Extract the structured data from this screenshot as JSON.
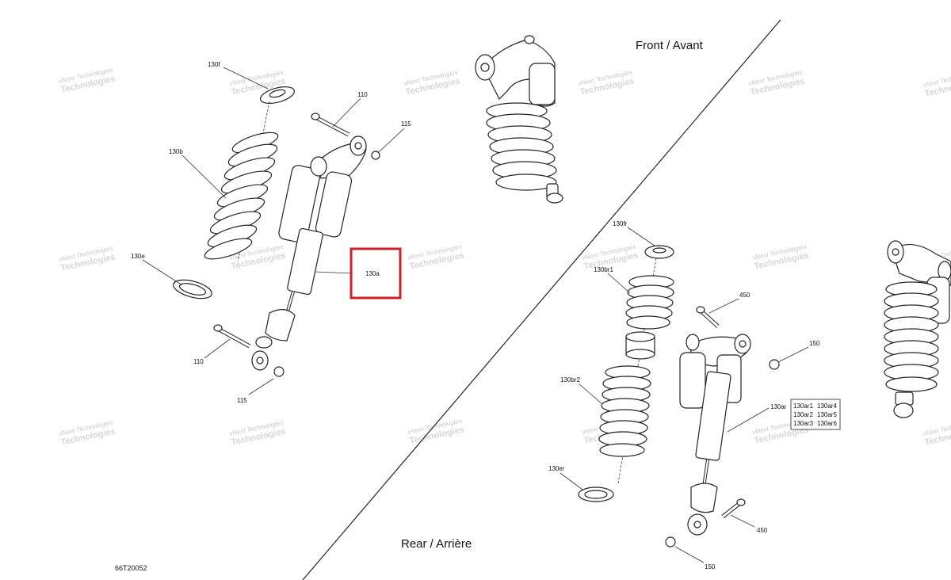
{
  "sections": {
    "front": "Front / Avant",
    "rear": "Rear / Arrière"
  },
  "drawing_number": "66T20052",
  "watermark": {
    "line1": "vNext Technologies",
    "line2": "Technologies"
  },
  "callouts": {
    "c130f": "130f",
    "c110_top": "110",
    "c115_top": "115",
    "c130b": "130b",
    "c130e": "130e",
    "c130a": "130a",
    "c110_bottom": "110",
    "c115_bottom": "115",
    "c130fr": "130fr",
    "c130br1": "130br1",
    "c450_top": "450",
    "c150_top": "150",
    "c130br2": "130br2",
    "c130ar": "130ar",
    "c130er": "130er",
    "c450_bottom": "450",
    "c150_bottom": "150"
  },
  "variant_table": [
    [
      "130ar1",
      "130ar4"
    ],
    [
      "130ar2",
      "130ar5"
    ],
    [
      "130ar3",
      "130ar6"
    ]
  ],
  "highlight_color": "#d0202a"
}
